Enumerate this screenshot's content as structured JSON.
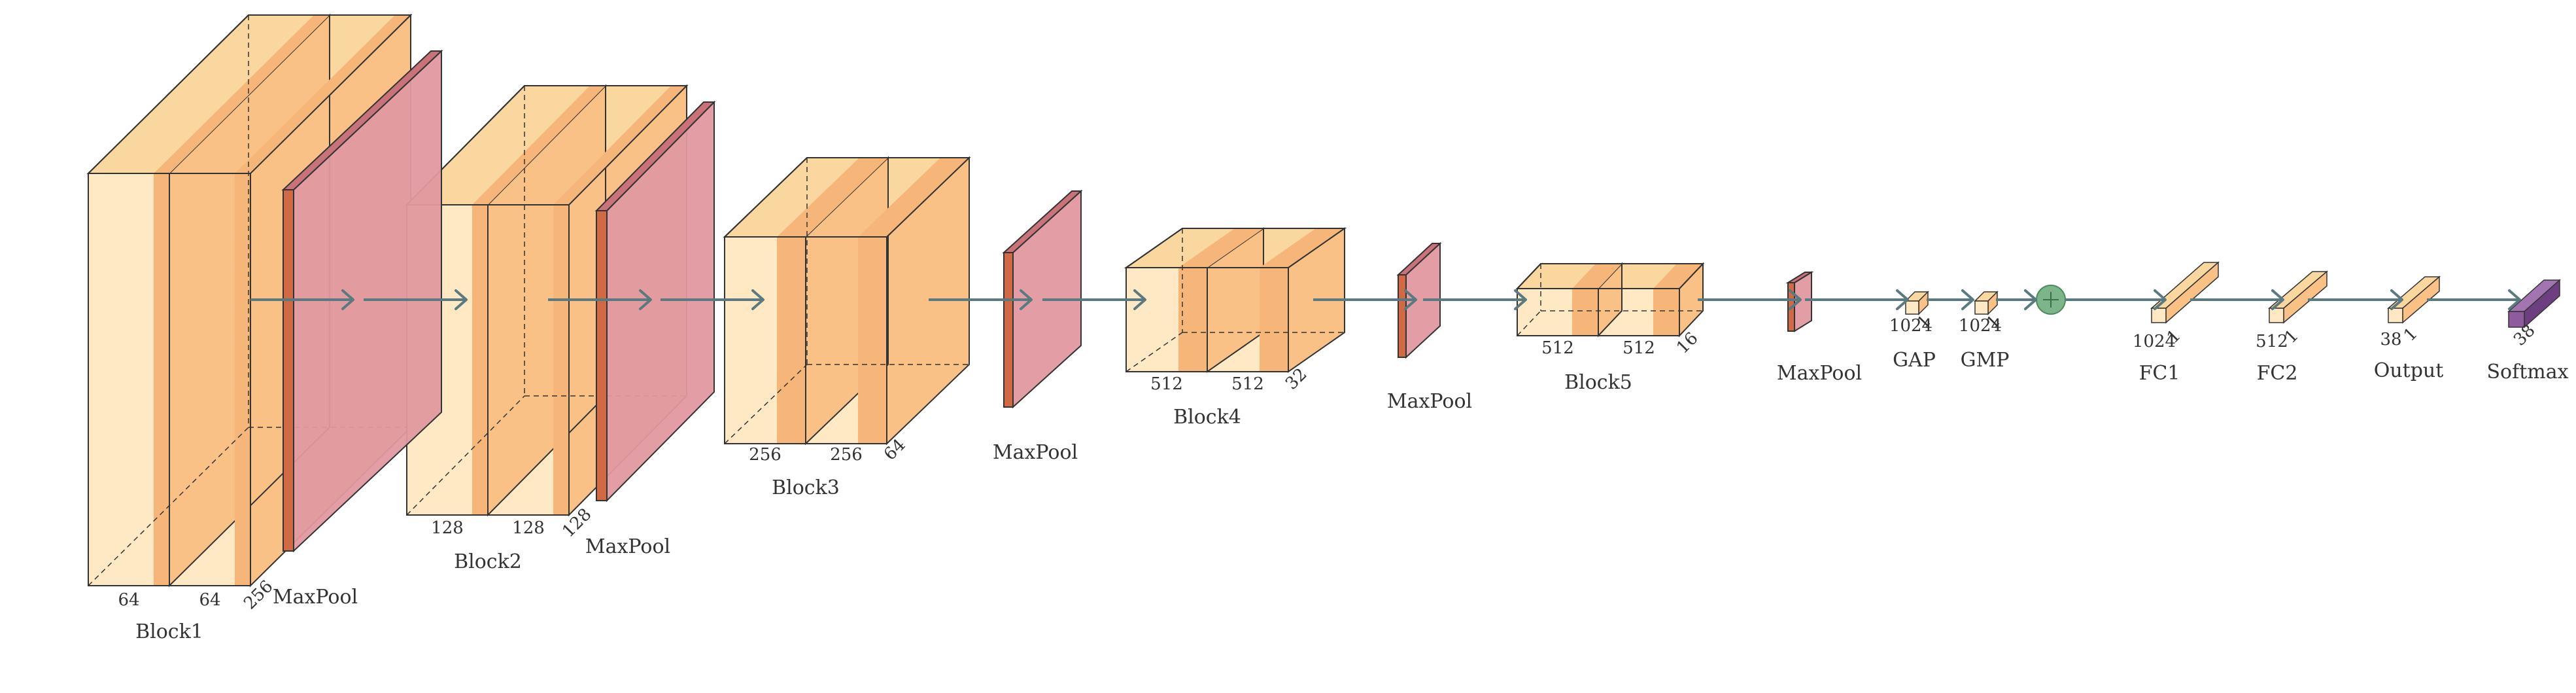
{
  "colors": {
    "conv_light": "#FFE9C4",
    "conv_mid": "#FBD7A0",
    "conv_dark": "#F9C185",
    "relu_band": "#F7B679",
    "pool_face": "#E0999F",
    "pool_edge": "#D16A44",
    "arrow": "#5A7A80",
    "sum_node": "#7DB58A",
    "softmax": "#8E5B9E",
    "outline": "#333333"
  },
  "arrow_icon": "right-arrow-icon",
  "sum_icon": "plus-circle-icon",
  "layers": [
    {
      "id": "block1",
      "kind": "conv",
      "caption": "Block1",
      "dims": [
        "64",
        "64",
        "256"
      ]
    },
    {
      "id": "pool1",
      "kind": "pool",
      "caption": "MaxPool",
      "dims": []
    },
    {
      "id": "block2",
      "kind": "conv",
      "caption": "Block2",
      "dims": [
        "128",
        "128",
        "128"
      ]
    },
    {
      "id": "pool2",
      "kind": "pool",
      "caption": "MaxPool",
      "dims": []
    },
    {
      "id": "block3",
      "kind": "conv",
      "caption": "Block3",
      "dims": [
        "256",
        "256",
        "64"
      ]
    },
    {
      "id": "pool3",
      "kind": "pool",
      "caption": "MaxPool",
      "dims": []
    },
    {
      "id": "block4",
      "kind": "conv",
      "caption": "Block4",
      "dims": [
        "512",
        "512",
        "32"
      ]
    },
    {
      "id": "pool4",
      "kind": "pool",
      "caption": "MaxPool",
      "dims": []
    },
    {
      "id": "block5",
      "kind": "conv",
      "caption": "Block5",
      "dims": [
        "512",
        "512",
        "16"
      ]
    },
    {
      "id": "pool5",
      "kind": "pool",
      "caption": "MaxPool",
      "dims": []
    },
    {
      "id": "gap",
      "kind": "vec",
      "caption": "GAP",
      "dims": [
        "1024",
        "1"
      ]
    },
    {
      "id": "gmp",
      "kind": "vec",
      "caption": "GMP",
      "dims": [
        "1024",
        "1"
      ]
    },
    {
      "id": "sum",
      "kind": "sum",
      "caption": "",
      "dims": []
    },
    {
      "id": "fc1",
      "kind": "fc",
      "caption": "FC1",
      "dims": [
        "1024",
        "1"
      ]
    },
    {
      "id": "fc2",
      "kind": "fc",
      "caption": "FC2",
      "dims": [
        "512",
        "1"
      ]
    },
    {
      "id": "output",
      "kind": "fc",
      "caption": "Output",
      "dims": [
        "38",
        "1"
      ]
    },
    {
      "id": "softmax",
      "kind": "softmax",
      "caption": "Softmax",
      "dims": [
        "38"
      ]
    }
  ]
}
